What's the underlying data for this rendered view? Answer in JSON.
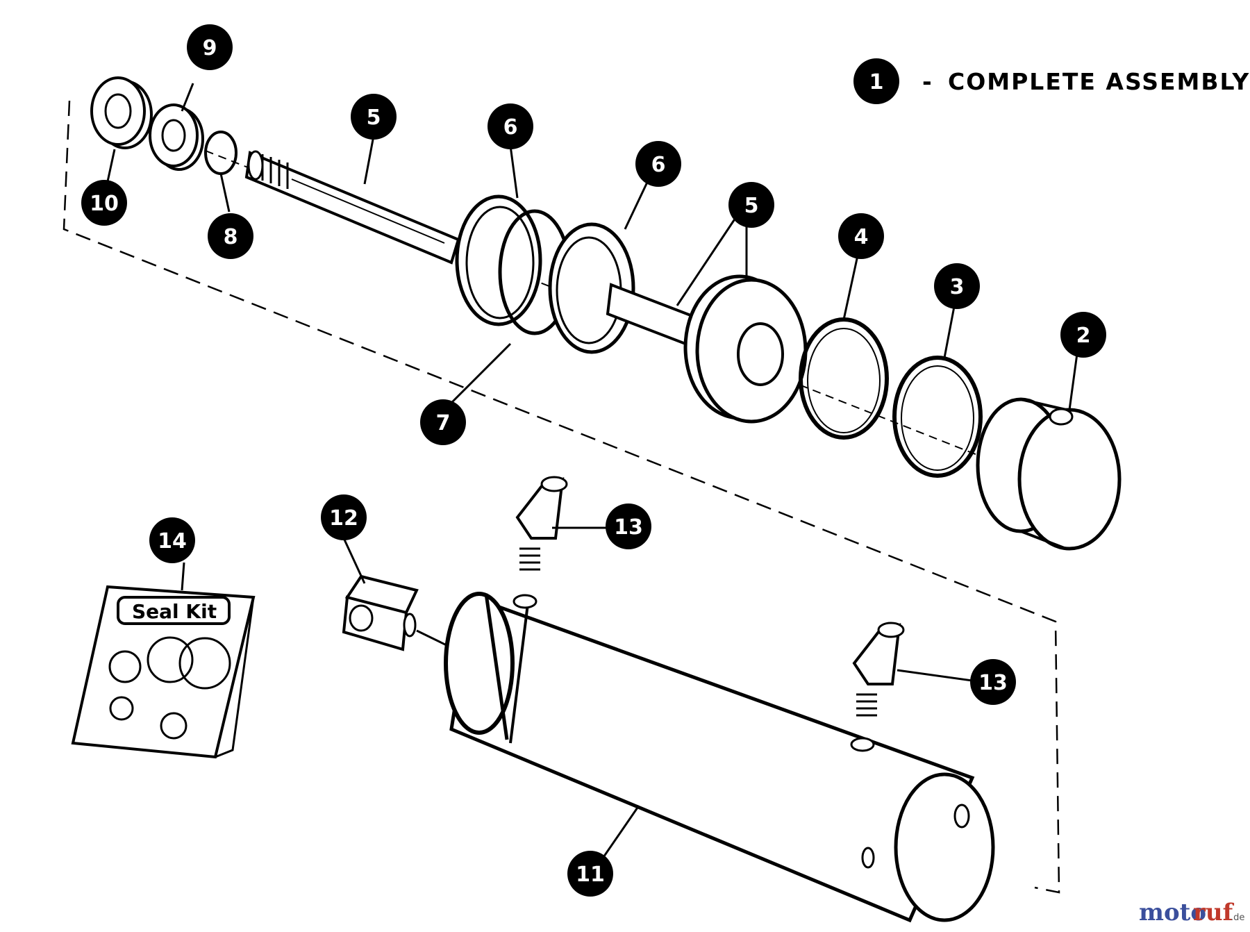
{
  "legend": {
    "number": "1",
    "dash": "-",
    "text": "COMPLETE ASSEMBLY"
  },
  "callouts": {
    "c2": "2",
    "c3": "3",
    "c4": "4",
    "c5a": "5",
    "c5b": "5",
    "c6a": "6",
    "c6b": "6",
    "c7": "7",
    "c8": "8",
    "c9": "9",
    "c10": "10",
    "c11": "11",
    "c12": "12",
    "c13a": "13",
    "c13b": "13",
    "c14": "14"
  },
  "seal_kit": {
    "label": "Seal Kit"
  },
  "watermark": {
    "brand_a": "moto",
    "brand_b": "ruf",
    "tld": ".de"
  },
  "colors": {
    "ink": "#000000",
    "paper": "#ffffff"
  }
}
